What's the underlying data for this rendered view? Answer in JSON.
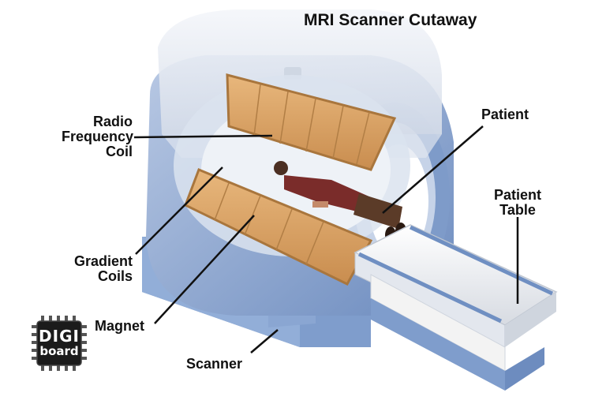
{
  "title": "MRI Scanner Cutaway",
  "labels": {
    "rf_coil": [
      "Radio",
      "Frequency",
      "Coil"
    ],
    "patient": "Patient",
    "patient_table": [
      "Patient",
      "Table"
    ],
    "gradient_coils": [
      "Gradient",
      "Coils"
    ],
    "magnet": "Magnet",
    "scanner": "Scanner"
  },
  "logo": {
    "line1": "DIGI",
    "line2": "board"
  },
  "colors": {
    "housing": "#9fb4d6",
    "housing_dark": "#5e7fb3",
    "shell": "#e7ecf3",
    "coil": "#d9a46a",
    "coil_dark": "#a9763d",
    "table": "#f2f2f2",
    "table_rail": "#6f8fc2"
  }
}
